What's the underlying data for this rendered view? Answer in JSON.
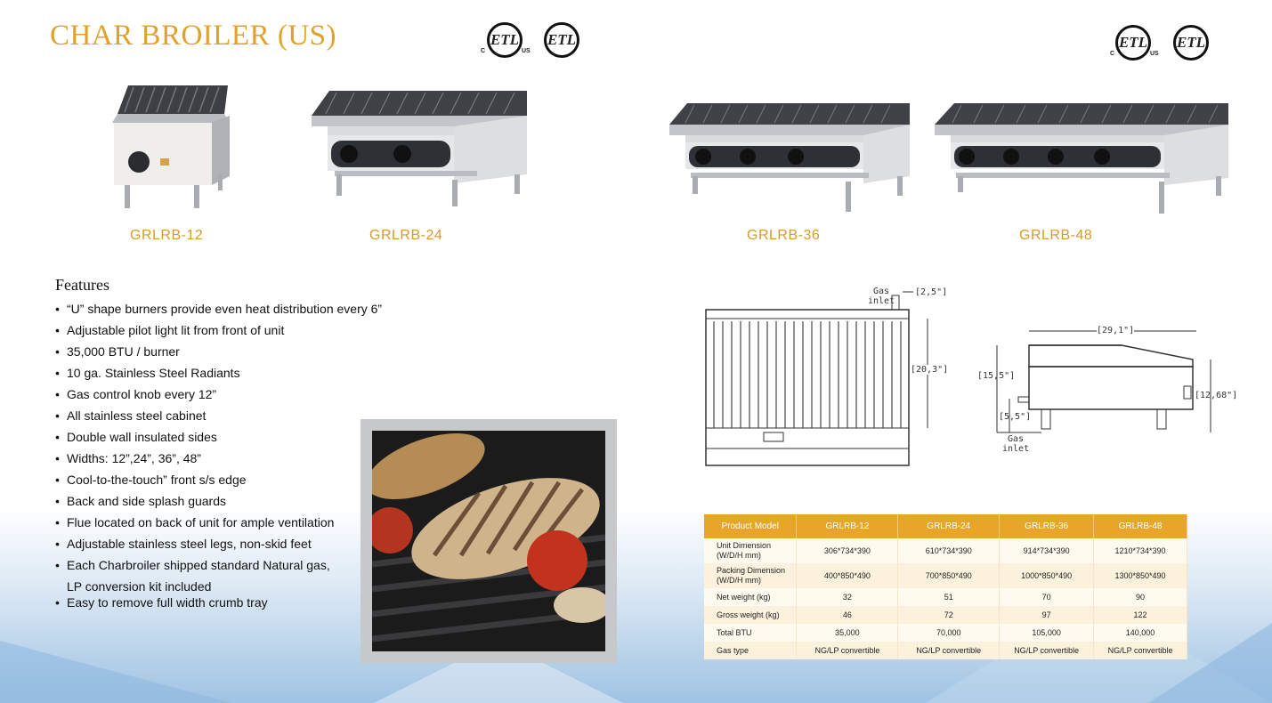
{
  "header": {
    "title": "CHAR BROILER (US)"
  },
  "certifications": [
    {
      "mark": "ETL",
      "left_caption": "C",
      "right_caption": "US"
    },
    {
      "mark": "ETL",
      "left_caption": "",
      "right_caption": ""
    },
    {
      "mark": "ETL",
      "left_caption": "C",
      "right_caption": "US"
    },
    {
      "mark": "ETL",
      "left_caption": "",
      "right_caption": ""
    }
  ],
  "products": [
    {
      "model": "GRLRB-12",
      "knobs": 1
    },
    {
      "model": "GRLRB-24",
      "knobs": 2
    },
    {
      "model": "GRLRB-36",
      "knobs": 3
    },
    {
      "model": "GRLRB-48",
      "knobs": 4
    }
  ],
  "features": {
    "title": "Features",
    "items": [
      "“U” shape burners provide even heat distribution every 6”",
      "Adjustable pilot light lit from front of unit",
      "35,000 BTU / burner",
      "10 ga. Stainless Steel Radiants",
      "Gas control knob every 12”",
      "All stainless steel cabinet",
      "Double wall insulated sides",
      "Widths: 12”,24”, 36”, 48”",
      "Cool-to-the-touch” front s/s edge",
      "Back and side splash guards",
      "Flue located on back of unit for ample ventilation",
      "Adjustable stainless steel legs, non-skid feet",
      "Each Charbroiler shipped standard Natural gas, LP conversion kit included",
      "Easy to remove full width crumb tray"
    ]
  },
  "diagram": {
    "top_view": {
      "gas_inlet": "Gas\ninlet",
      "inlet_offset": "[2,5\"]",
      "depth": "[20,3\"]"
    },
    "side_view": {
      "width": "[29,1\"]",
      "height_back": "[15,5\"]",
      "inlet_height": "[5,5\"]",
      "height_front": "[12,68\"]",
      "gas_inlet": "Gas\ninlet"
    }
  },
  "spec_table": {
    "headers": [
      "Product Model",
      "GRLRB-12",
      "GRLRB-24",
      "GRLRB-36",
      "GRLRB-48"
    ],
    "rows": [
      {
        "label": "Unit Dimension\n(W/D/H mm)",
        "values": [
          "306*734*390",
          "610*734*390",
          "914*734*390",
          "1210*734*390"
        ]
      },
      {
        "label": "Packing Dimension\n(W/D/H mm)",
        "values": [
          "400*850*490",
          "700*850*490",
          "1000*850*490",
          "1300*850*490"
        ]
      },
      {
        "label": "Net weight (kg)",
        "values": [
          "32",
          "51",
          "70",
          "90"
        ]
      },
      {
        "label": "Gross weight (kg)",
        "values": [
          "46",
          "72",
          "97",
          "122"
        ]
      },
      {
        "label": "Total BTU",
        "values": [
          "35,000",
          "70,000",
          "105,000",
          "140,000"
        ]
      },
      {
        "label": "Gas type",
        "values": [
          "NG/LP convertible",
          "NG/LP convertible",
          "NG/LP convertible",
          "NG/LP convertible"
        ]
      }
    ]
  },
  "colors": {
    "accent": "#e0a22a",
    "table_header": "#e7a529"
  }
}
